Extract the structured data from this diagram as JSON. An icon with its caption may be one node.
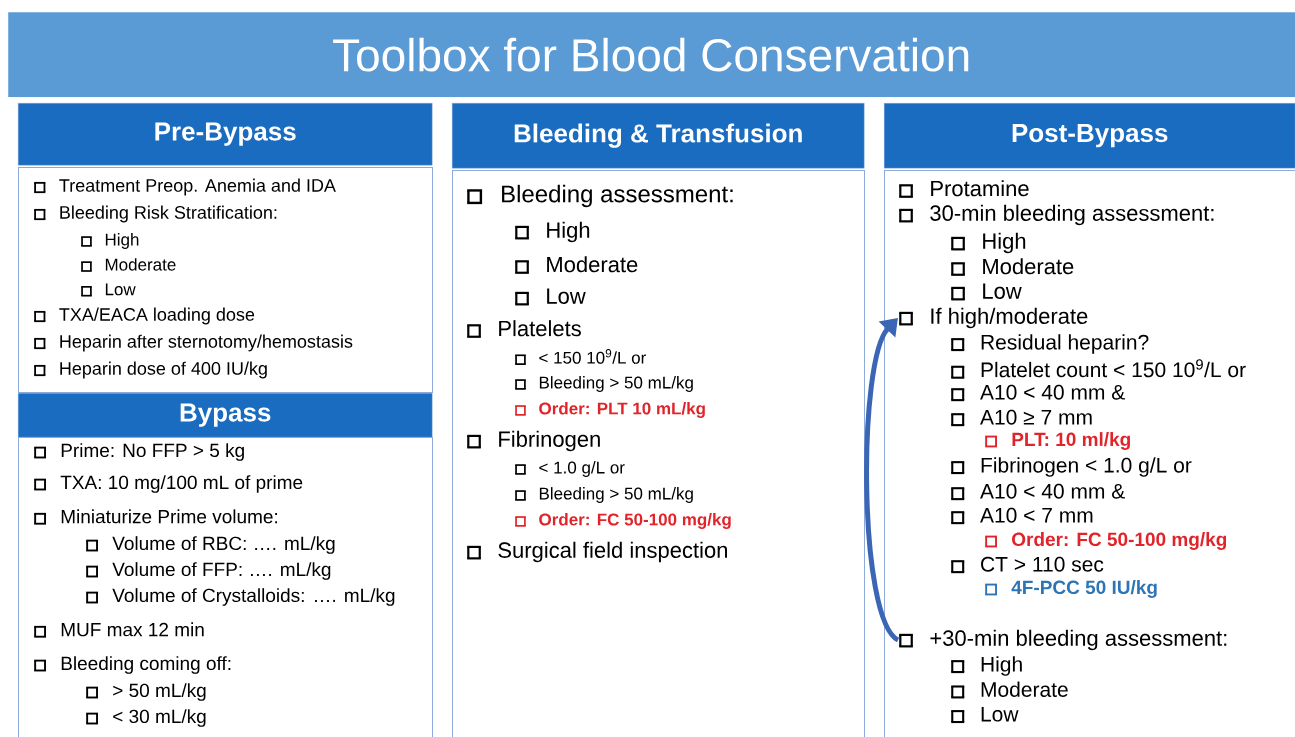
{
  "diagram": {
    "title": "Toolbox for Blood Conservation",
    "nodes": [
      {
        "text": [
          "Pre-Bypass"
        ]
      },
      {
        "text": [
          "Treatment Preop. Anemia and IDA",
          "Bleeding Risk Stratification:",
          "High",
          "Moderate",
          "Low",
          "TXA/EACA loading dose",
          "Heparin after sternotomy/hemostasis",
          "Heparin dose of 400 IU/kg"
        ]
      },
      {
        "text": [
          "Bypass"
        ]
      },
      {
        "text": [
          "Prime: No FFP > 5 kg",
          "TXA: 10 mg/100 mL of prime",
          "Miniaturize Prime volume:",
          "Volume of RBC: …. mL/kg",
          "Volume of FFP: …. mL/kg",
          "Volume of Crystalloids: …. mL/kg",
          "MUF max 12 min",
          "Bleeding coming off:",
          "> 50 mL/kg",
          "< 30 mL/kg"
        ]
      },
      {
        "text": [
          "Bleeding & Transfusion"
        ]
      },
      {
        "text": [
          "Bleeding assessment:",
          "High",
          "Moderate",
          "Low",
          "Platelets",
          "< 150 10$^{9}$/L or",
          "Bleeding > 50 mL/kg",
          "Order: PLT 10 mL/kg",
          "Fibrinogen",
          "< 1.0 g/L or",
          "Bleeding > 50 mL/kg",
          "Order: FC 50-100 mg/kg",
          "Surgical field inspection"
        ]
      },
      {
        "text": [
          "Post-Bypass"
        ]
      },
      {
        "text": [
          "Protamine",
          "30-min bleeding assessment:",
          "High",
          "Moderate",
          "Low",
          "Residual heparin?",
          "Platelet count < 150 10$^{9}$/L or",
          "A10 < 40 mm &",
          "A10 ≥ 7 mm",
          "PLT: 10 ml/kg",
          "Fibrinogen < 1.0 g/L or",
          "A10 < 40 mm &",
          "A10 < 7 mm",
          "Order: FC 50-100 mg/kg",
          "CT > 110 sec",
          "4F-PCC 50 IU/kg",
          "High",
          "Moderate",
          "Low"
        ]
      },
      {
        "text": [
          "If high/moderate"
        ],
        "in": 7
      },
      {
        "text": [
          "+30-min bleeding assessment:"
        ],
        "in": 7
      }
    ],
    "edges": [
      {
        "from": 9,
        "to": 8,
        "arrow": "to"
      }
    ]
  }
}
